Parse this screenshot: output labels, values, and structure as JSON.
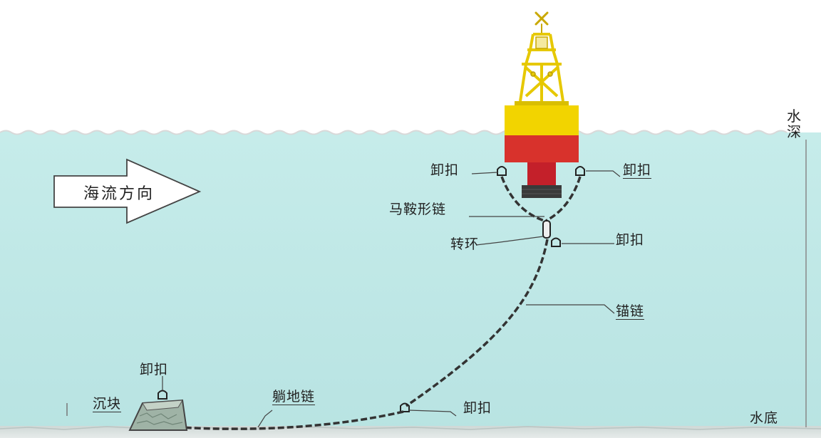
{
  "current_label": "海流方向",
  "water_depth_label": "水深",
  "seabed_label": "水底",
  "labels": {
    "shackle_buoy_left": "卸扣",
    "shackle_buoy_right": "卸扣",
    "bridle_chain": "马鞍形链",
    "swivel": "转环",
    "shackle_swivel": "卸扣",
    "anchor_chain": "锚链",
    "shackle_block": "卸扣",
    "sinker": "沉块",
    "ground_chain": "躺地链",
    "shackle_ground": "卸扣"
  },
  "colors": {
    "water": "#bfe8e6",
    "seabed": "#d4dad8",
    "buoy_yellow": "#f2d400",
    "buoy_red": "#d8322c",
    "buoy_ballast": "#c4202a",
    "counterweight": "#3a3a3a",
    "chain": "#333333"
  }
}
